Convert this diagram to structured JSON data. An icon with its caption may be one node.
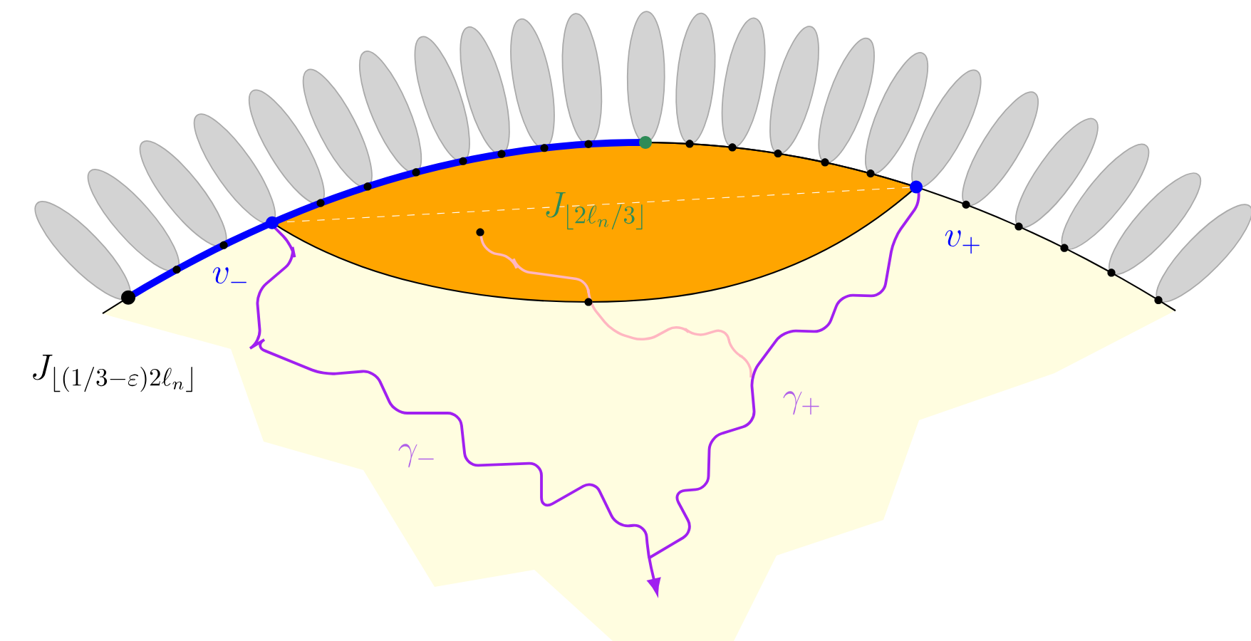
{
  "diagram": {
    "labels": [
      "J_{\\lfloor 2\\ell_n/3\\rfloor}",
      "v_+",
      "v_-",
      "J_{\\lfloor (1/3-\\varepsilon)2\\ell_n\\rfloor}",
      "\\gamma_+",
      "\\gamma_-"
    ]
  }
}
